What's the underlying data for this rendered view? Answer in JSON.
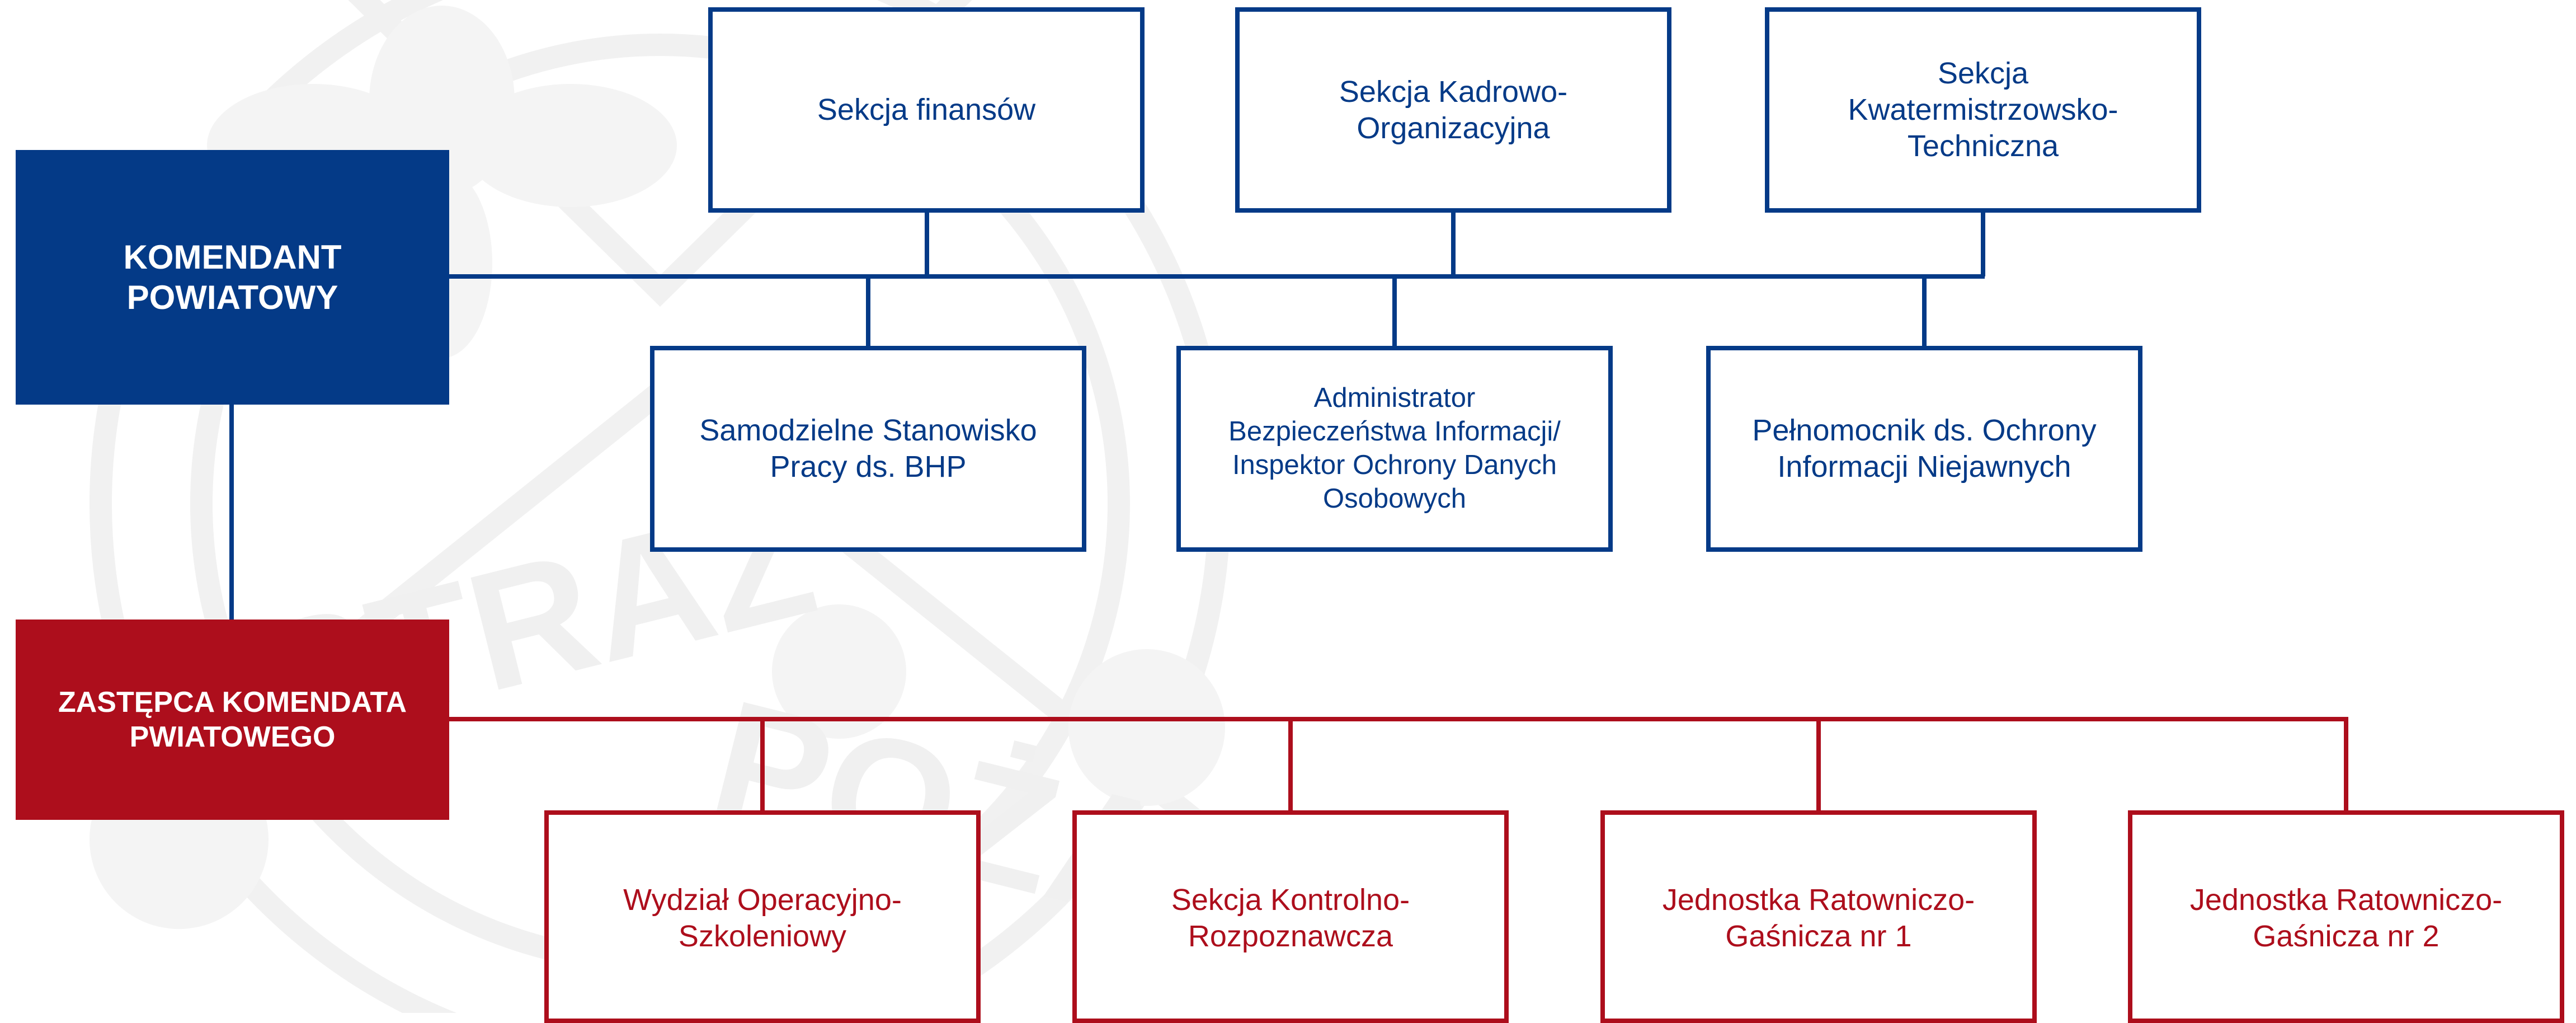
{
  "colors": {
    "blue": "#043a87",
    "red": "#ad0e1c",
    "watermark": "#f1f1f1",
    "background": "#ffffff"
  },
  "watermark": {
    "icon": "fire-service-emblem-icon",
    "text_top": "STRAŻ",
    "text_bottom": "POŻARNA"
  },
  "diagram": {
    "commander": "KOMENDANT\nPOWIATOWY",
    "deputy": "ZASTĘPCA KOMENDATA\nPWIATOWEGO",
    "upper_sections": [
      "Sekcja finansów",
      "Sekcja Kadrowo-\nOrganizacyjna",
      "Sekcja\nKwatermistrzowsko-\nTechniczna"
    ],
    "middle_sections": [
      "Samodzielne Stanowisko\nPracy ds. BHP",
      "Administrator\nBezpieczeństwa Informacji/\nInspektor Ochrony Danych\nOsobowych",
      "Pełnomocnik ds. Ochrony\nInformacji Niejawnych"
    ],
    "deputy_units": [
      "Wydział Operacyjno-\nSzkoleniowy",
      "Sekcja Kontrolno-\nRozpoznawcza",
      "Jednostka Ratowniczo-\nGaśnicza nr 1",
      "Jednostka Ratowniczo-\nGaśnicza nr 2"
    ]
  }
}
